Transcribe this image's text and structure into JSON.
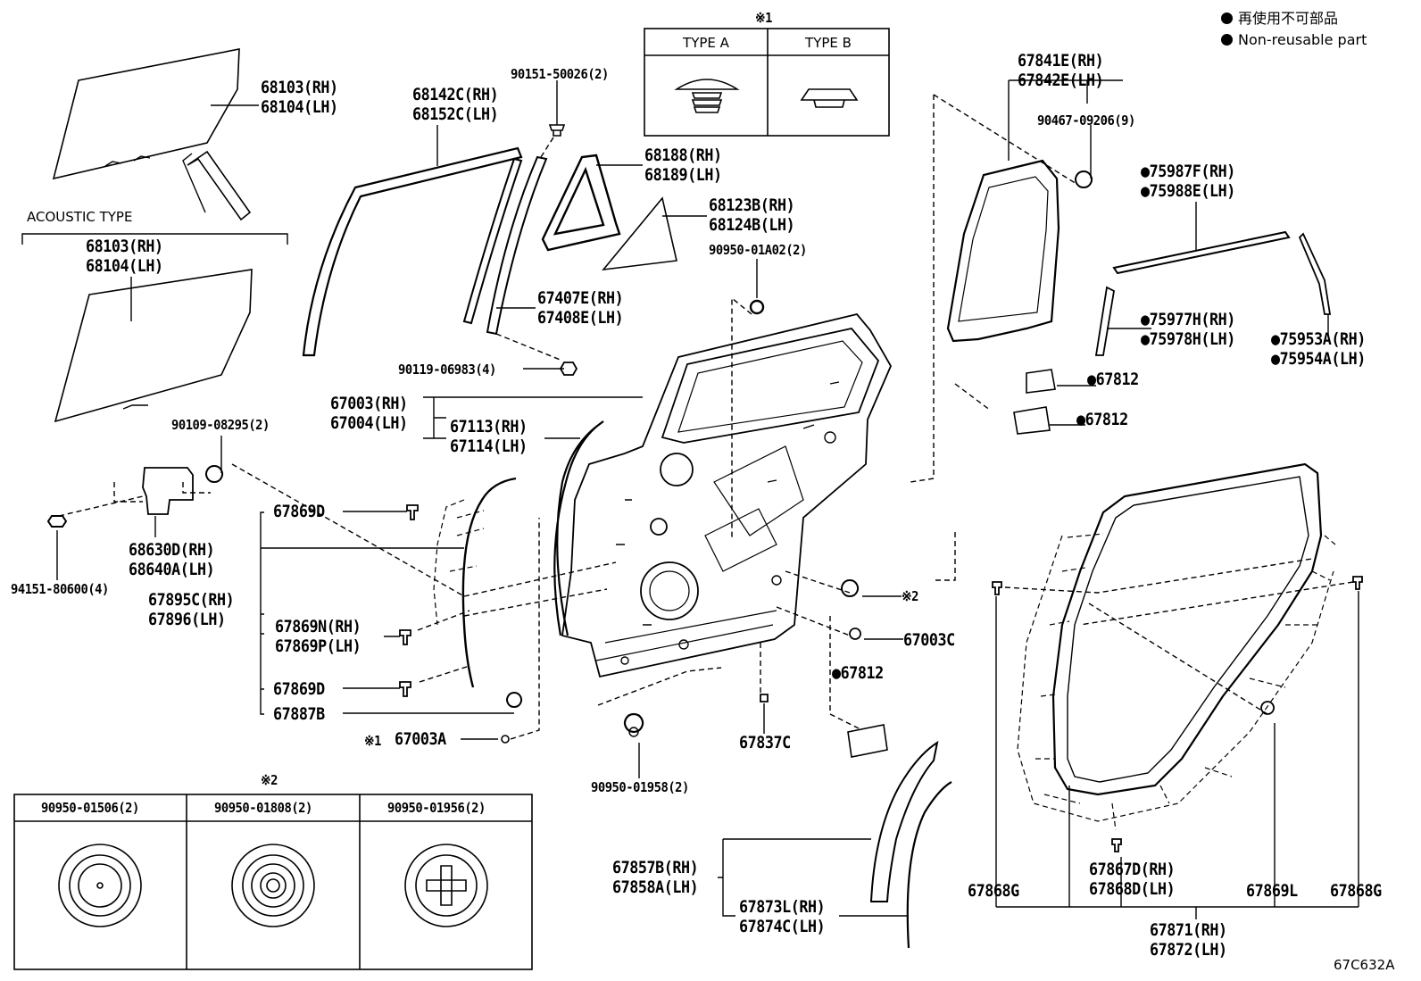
{
  "legend": {
    "line1": "再使用不可部品",
    "line2": "Non-reusable part"
  },
  "drawing_code": "67C632A",
  "note1_box": {
    "mark": "※1",
    "type_a": "TYPE A",
    "type_b": "TYPE B"
  },
  "note2_box": {
    "mark": "※2",
    "col1": "90950-01506(2)",
    "col2": "90950-01808(2)",
    "col3": "90950-01956(2)"
  },
  "acoustic_type": "ACOUSTIC TYPE",
  "labels": {
    "glass_rh": "68103(RH)",
    "glass_lh": "68104(LH)",
    "glass_ac_rh": "68103(RH)",
    "glass_ac_lh": "68104(LH)",
    "run_rh": "68142C(RH)",
    "run_lh": "68152C(LH)",
    "screw_90151": "90151-50026(2)",
    "qw_frame_rh": "68188(RH)",
    "qw_frame_lh": "68189(LH)",
    "qw_glass_rh": "68123B(RH)",
    "qw_glass_lh": "68124B(LH)",
    "plug_01a02": "90950-01A02(2)",
    "chan_rh": "67407E(RH)",
    "chan_lh": "67408E(LH)",
    "bolt_06983": "90119-06983(4)",
    "panel_rh": "67003(RH)",
    "panel_lh": "67004(LH)",
    "frame_rh": "67113(RH)",
    "frame_lh": "67114(LH)",
    "bolt_08295": "90109-08295(2)",
    "hinge_rh": "68630D(RH)",
    "hinge_lh": "68640A(LH)",
    "nut_80600": "94151-80600(4)",
    "clip_869d_1": "67869D",
    "weather_rh": "67895C(RH)",
    "weather_lh": "67896(LH)",
    "clip_869n": "67869N(RH)",
    "clip_869p": "67869P(LH)",
    "clip_869d_2": "67869D",
    "plug_887b": "67887B",
    "note1_mark": "※1",
    "plug_003a": "67003A",
    "plug_01958": "90950-01958(2)",
    "clip_837c": "67837C",
    "seal_812_a": "67812",
    "plug_003c": "67003C",
    "note2_mark": "※2",
    "service_rh": "67841E(RH)",
    "service_lh": "67842E(LH)",
    "clip_09206": "90467-09206(9)",
    "belt_rh": "75987F(RH)",
    "belt_lh": "75988E(LH)",
    "mould_rh": "75977H(RH)",
    "mould_lh": "75978H(LH)",
    "mould2_rh": "75953A(RH)",
    "mould2_lh": "75954A(LH)",
    "seal_812_b": "67812",
    "seal_812_c": "67812",
    "garn_rh": "67857B(RH)",
    "garn_lh": "67858A(LH)",
    "garn2_rh": "67873L(RH)",
    "garn2_lh": "67874C(LH)",
    "clip_868g_l": "67868G",
    "clip_867d": "67867D(RH)",
    "clip_868d": "67868D(LH)",
    "clip_869l": "67869L",
    "clip_868g_r": "67868G",
    "ws_rh": "67871(RH)",
    "ws_lh": "67872(LH)"
  }
}
